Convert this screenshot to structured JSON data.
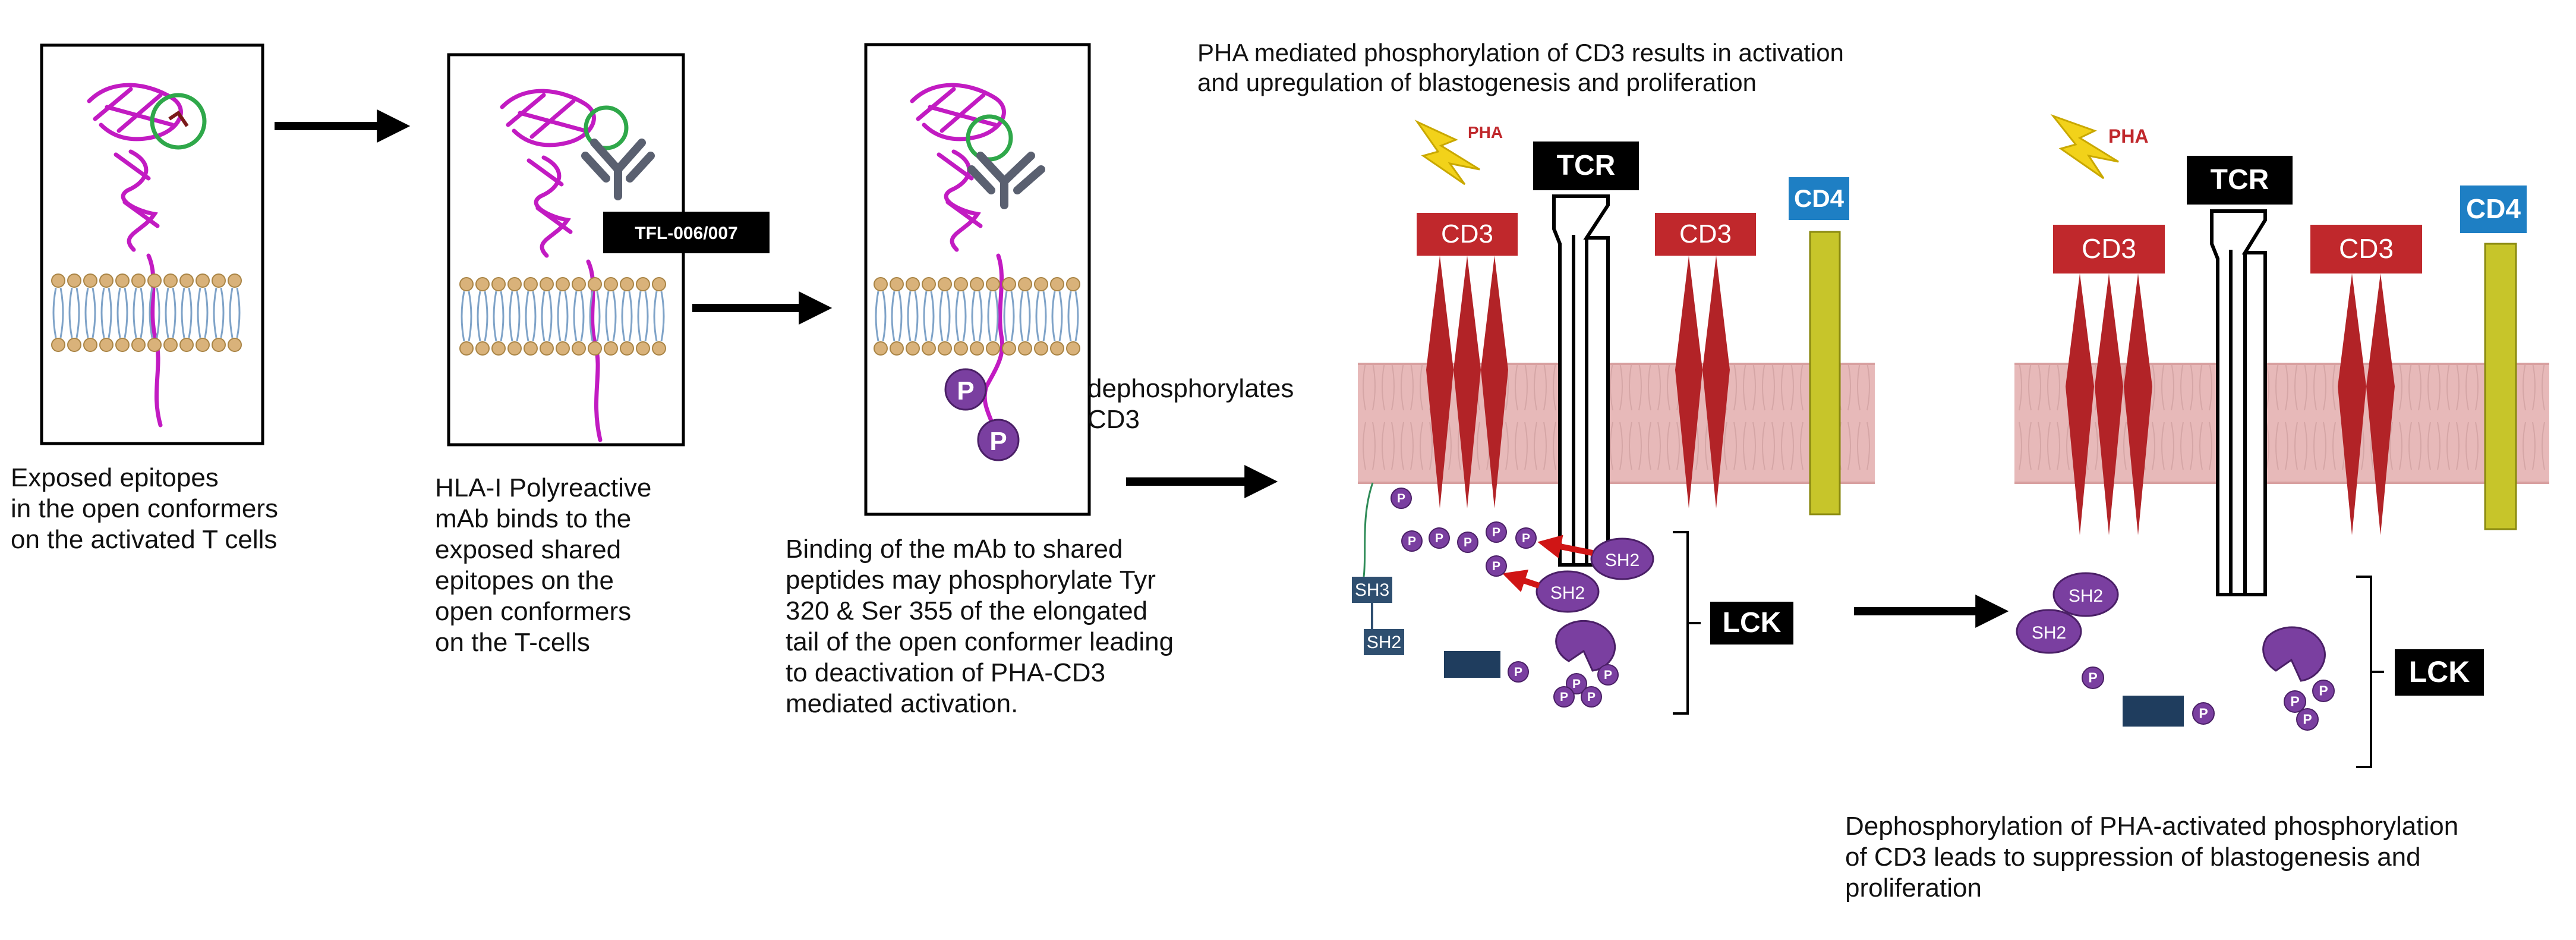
{
  "labels": {
    "tfl_tag": "TFL-006/007",
    "pha": "PHA",
    "tcr": "TCR",
    "cd3": "CD3",
    "cd4": "CD4",
    "lck": "LCK",
    "sh2": "SH2",
    "sh3": "SH3",
    "phospho": "P",
    "dephos": "dephosphorylates\nCD3"
  },
  "captions": {
    "panel1": "Exposed epitopes\n in the open conformers\non the activated T cells",
    "panel2": "HLA-I Polyreactive\nmAb binds to the\nexposed shared\nepitopes on the\nopen conformers\non the T-cells",
    "panel3": "Binding of the mAb to shared\npeptides may phosphorylate Tyr\n320 & Ser 355 of the elongated\ntail of the open conformer leading\nto deactivation of PHA-CD3\nmediated activation.",
    "top": "PHA mediated phosphorylation of CD3 results in activation\nand upregulation of blastogenesis and proliferation",
    "bottom": "Dephosphorylation of PHA-activated phosphorylation\nof CD3 leads to suppression of blastogenesis and\nproliferation"
  },
  "colors": {
    "hla": "#c21bc2",
    "antibody": "#5a6070",
    "epitope_ring": "#2fa84a",
    "lipid_head": "#d9b27a",
    "lipid_tail": "#7fa3c8",
    "membrane": "#e7b9b9",
    "cd3": "#c0282c",
    "cd4_label": "#1e7fc4",
    "cd4_bar": "#c7c52a",
    "pha_bolt": "#f2d21a",
    "pha_text": "#c0282c",
    "phospho": "#7a3fa0",
    "lck": "#7a3fa0",
    "sh3_box": "#2f4f70",
    "arrow": "#000000",
    "red_arrow": "#d01515"
  }
}
